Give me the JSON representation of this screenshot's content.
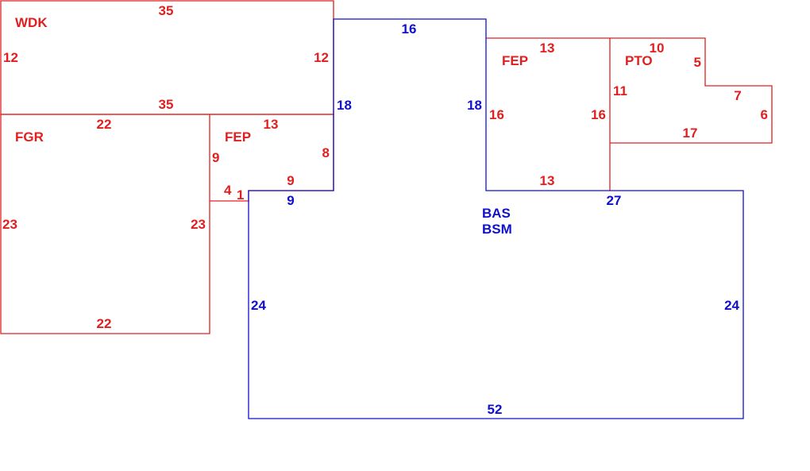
{
  "colors": {
    "annex": "#e02020",
    "main": "#1010cc",
    "background": "#ffffff"
  },
  "areas": {
    "wdk": {
      "code": "WDK",
      "dims": {
        "top": "35",
        "bottom": "35",
        "left": "12",
        "right": "12"
      }
    },
    "fgr": {
      "code": "FGR",
      "dims": {
        "top": "22",
        "bottom": "22",
        "left": "23",
        "right": "23"
      }
    },
    "fep_left": {
      "code": "FEP",
      "dims": {
        "top": "13",
        "right": "8",
        "left": "9",
        "bottom": "9",
        "step_bottom": "4",
        "step_side": "1"
      }
    },
    "bas": {
      "codes": [
        "BAS",
        "BSM"
      ],
      "dims": {
        "top": "16",
        "notch_left": "18",
        "notch_right": "18",
        "notch_bottom": "9",
        "right_top": "27",
        "left": "24",
        "right": "24",
        "bottom": "52"
      }
    },
    "fep_right": {
      "code": "FEP",
      "dims": {
        "top": "13",
        "bottom": "13",
        "left": "16",
        "right": "16"
      }
    },
    "pto": {
      "code": "PTO",
      "dims": {
        "top": "10",
        "upper_right": "5",
        "step": "7",
        "right": "6",
        "bottom": "17",
        "left": "11"
      }
    }
  }
}
